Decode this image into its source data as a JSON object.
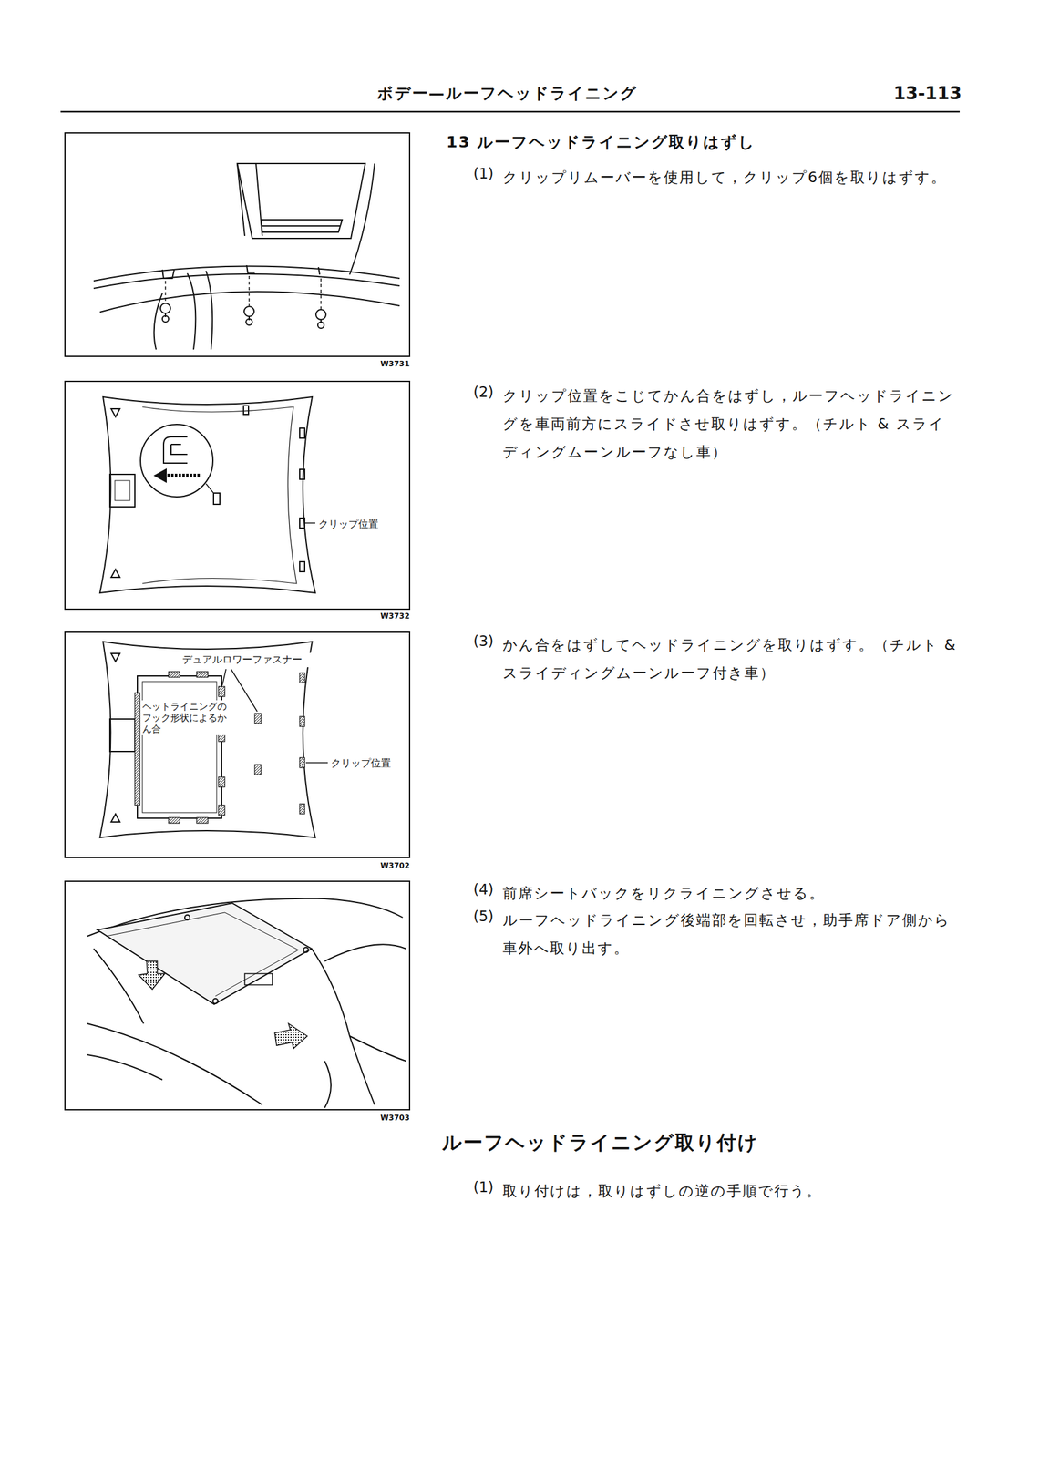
{
  "diagram": {
    "title": "ボデー—ルーフヘッドライニング",
    "labels": [
      "13-113",
      "13 ルーフヘッドライニング取りはずし",
      "(1)",
      "クリップリムーバーを使用して，クリップ6個を取りはずす。",
      "W3731",
      "(2)",
      "クリップ位置をこじてかん合をはずし，ルーフヘッドライニングを車両前方にスライドさせ取りはずす。（チルト & スライディングムーンルーフなし車）",
      "クリップ位置",
      "W3732",
      "(3)",
      "かん合をはずしてヘッドライニングを取りはずす。（チルト & スライディングムーンルーフ付き車）",
      "デュアルロワーファスナー",
      "ヘットライニングのフック形状によるかん合",
      "クリップ位置",
      "W3702",
      "(4)",
      "前席シートバックをリクライニングさせる。",
      "(5)",
      "ルーフヘッドライニング後端部を回転させ，助手席ドア側から車外へ取り出す。",
      "W3703",
      "ルーフヘッドライニング取り付け",
      "(1)",
      "取り付けは，取りはずしの逆の手順で行う。"
    ]
  }
}
